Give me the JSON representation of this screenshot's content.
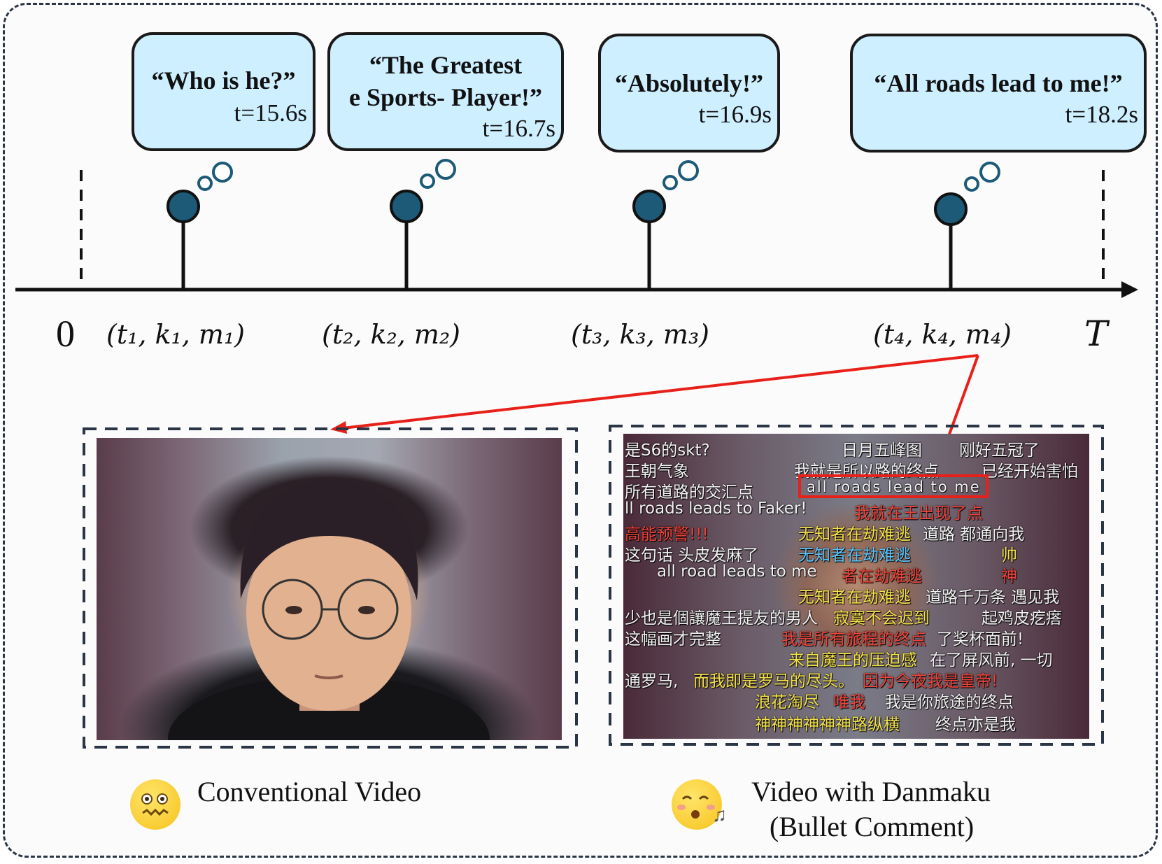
{
  "timeline": {
    "start_label": "0",
    "end_label": "T",
    "events": [
      {
        "quote_lines": [
          "“Who is he?”"
        ],
        "time": "t=15.6s",
        "tuple": "(t₁, k₁, m₁)"
      },
      {
        "quote_lines": [
          "“The Greatest",
          "e Sports- Player!”"
        ],
        "time": "t=16.7s",
        "tuple": "(t₂, k₂, m₂)"
      },
      {
        "quote_lines": [
          "“Absolutely!”"
        ],
        "time": "t=16.9s",
        "tuple": "(t₃, k₃, m₃)"
      },
      {
        "quote_lines": [
          "“All roads lead to me!”"
        ],
        "time": "t=18.2s",
        "tuple": "(t₄, k₄, m₄)"
      }
    ]
  },
  "panels": {
    "conventional": {
      "caption": "Conventional Video",
      "emoji": "zipper-mouth-face-icon"
    },
    "danmaku": {
      "caption_line1": "Video with Danmaku",
      "caption_line2": "(Bullet Comment)",
      "emoji": "whistling-face-icon",
      "highlighted_comment": "all roads lead to me",
      "comments": [
        {
          "text": "是S6的skt?",
          "color": "w"
        },
        {
          "text": "日月五峰图",
          "color": "w"
        },
        {
          "text": "刚好五冠了",
          "color": "w"
        },
        {
          "text": "王朝气象",
          "color": "w"
        },
        {
          "text": "我就是所以路的终点",
          "color": "w"
        },
        {
          "text": "已经开始害怕",
          "color": "w"
        },
        {
          "text": "所有道路的交汇点",
          "color": "w"
        },
        {
          "text": "ll roads leads to Faker!",
          "color": "w"
        },
        {
          "text": "我就在王出现了点",
          "color": "r"
        },
        {
          "text": "高能预警!!!",
          "color": "r"
        },
        {
          "text": "无知者在劫难逃",
          "color": "y"
        },
        {
          "text": "道路 都通向我",
          "color": "w"
        },
        {
          "text": "这句话 头皮发麻了",
          "color": "w"
        },
        {
          "text": "无知者在劫难逃",
          "color": "b"
        },
        {
          "text": "帅",
          "color": "y"
        },
        {
          "text": "all road leads to me",
          "color": "w"
        },
        {
          "text": "者在劫难逃",
          "color": "r"
        },
        {
          "text": "神",
          "color": "r"
        },
        {
          "text": "无知者在劫难逃",
          "color": "y"
        },
        {
          "text": "道路千万条 遇见我",
          "color": "w"
        },
        {
          "text": "少也是個讓魔王提友的男人",
          "color": "w"
        },
        {
          "text": "寂寞不会迟到",
          "color": "y"
        },
        {
          "text": "起鸡皮疙瘩",
          "color": "w"
        },
        {
          "text": "这幅画才完整",
          "color": "w"
        },
        {
          "text": "我是所有旅程的终点",
          "color": "r"
        },
        {
          "text": "了奖杯面前!",
          "color": "w"
        },
        {
          "text": "来自魔王的压迫感",
          "color": "y"
        },
        {
          "text": "在了屏风前, 一切",
          "color": "w"
        },
        {
          "text": "通罗马,",
          "color": "w"
        },
        {
          "text": "而我即是罗马的尽头。",
          "color": "y"
        },
        {
          "text": "因为今夜我是皇帝!",
          "color": "r"
        },
        {
          "text": "浪花淘尽",
          "color": "y"
        },
        {
          "text": "唯我",
          "color": "r"
        },
        {
          "text": "我是你旅途的终点",
          "color": "w"
        },
        {
          "text": "神神神神神神路纵横",
          "color": "y"
        },
        {
          "text": "终点亦是我",
          "color": "w"
        }
      ]
    }
  },
  "colors": {
    "bubble_fill": "#cdefff",
    "pin_fill": "#1c5a78",
    "arrow": "#e8201a",
    "highlight_box": "#e8201a"
  }
}
